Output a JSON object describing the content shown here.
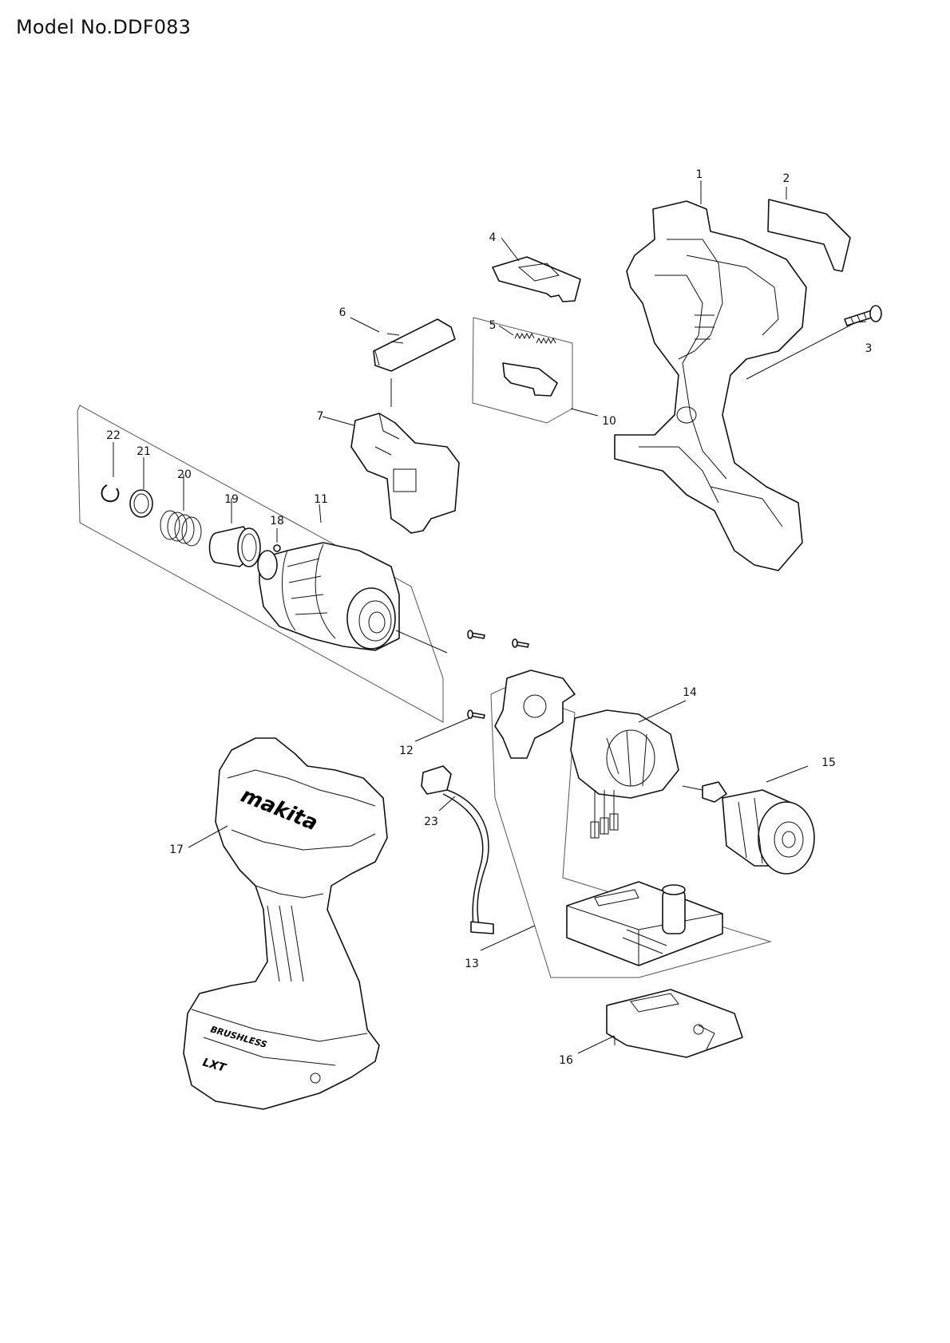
{
  "header": {
    "model_title": "Model No.DDF083"
  },
  "parts": [
    {
      "no": "1"
    },
    {
      "no": "2"
    },
    {
      "no": "3"
    },
    {
      "no": "4"
    },
    {
      "no": "5"
    },
    {
      "no": "6"
    },
    {
      "no": "7"
    },
    {
      "no": "10"
    },
    {
      "no": "11"
    },
    {
      "no": "12"
    },
    {
      "no": "13"
    },
    {
      "no": "14"
    },
    {
      "no": "15"
    },
    {
      "no": "16"
    },
    {
      "no": "17"
    },
    {
      "no": "18"
    },
    {
      "no": "19"
    },
    {
      "no": "20"
    },
    {
      "no": "21"
    },
    {
      "no": "22"
    },
    {
      "no": "23"
    }
  ],
  "markings": {
    "brand_logo": "makita",
    "housing_badge": "BRUSHLESS",
    "battery_badge": "LXT"
  }
}
